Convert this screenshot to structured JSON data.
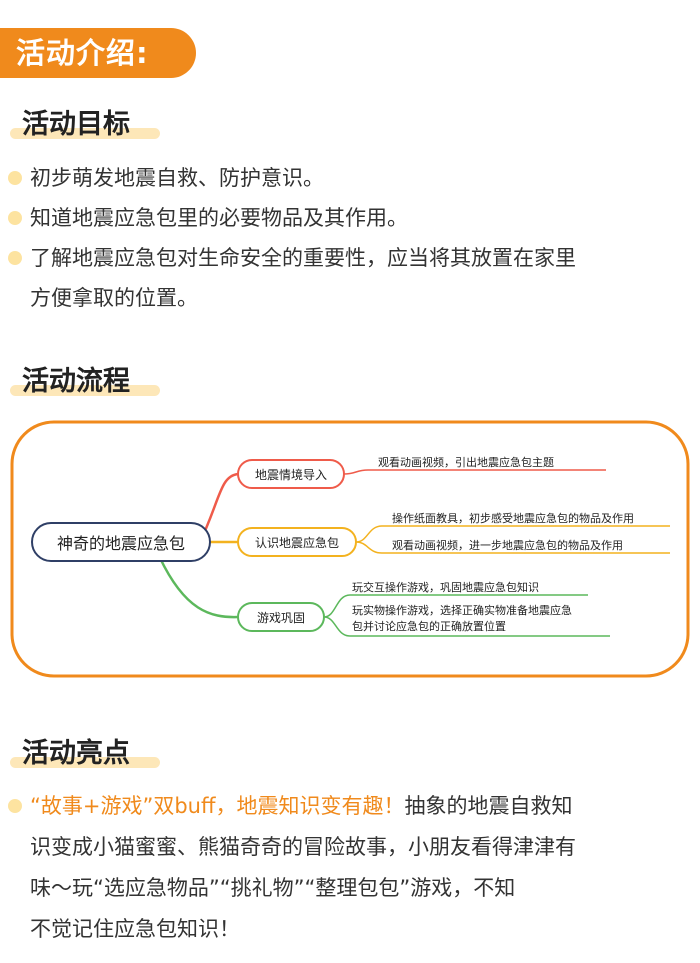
{
  "intro": {
    "label": "活动介绍:"
  },
  "goals": {
    "title": "活动目标",
    "items": [
      "初步萌发地震自救、防护意识。",
      "知道地震应急包里的必要物品及其作用。",
      "了解地震应急包对生命安全的重要性，应当将其放置在家里",
      "方便拿取的位置。"
    ]
  },
  "process": {
    "title": "活动流程",
    "center": "神奇的地震应急包",
    "branches": [
      {
        "label": "地震情境导入",
        "color": "#ef5b4a",
        "notes": [
          "观看动画视频，引出地震应急包主题"
        ]
      },
      {
        "label": "认识地震应急包",
        "color": "#f3b21f",
        "notes": [
          "操作纸面教具，初步感受地震应急包的物品及作用",
          "观看动画视频，进一步地震应急包的物品及作用"
        ]
      },
      {
        "label": "游戏巩固",
        "color": "#5cb85c",
        "notes": [
          "玩交互操作游戏，巩固地震应急包知识",
          "玩实物操作游戏，选择正确实物准备地震应急",
          "包并讨论应急包的正确放置位置"
        ]
      }
    ],
    "frame_color": "#f08a1c"
  },
  "highlights": {
    "title": "活动亮点",
    "highlight": "“故事+游戏”双buff，地震知识变有趣！",
    "line1_rest": "抽象的地震自救知",
    "line2": "识变成小猫蜜蜜、熊猫奇奇的冒险故事，小朋友看得津津有",
    "line3": "味～玩“选应急物品”“挑礼物”“整理包包”游戏，不知",
    "line4": "不觉记住应急包知识！"
  }
}
